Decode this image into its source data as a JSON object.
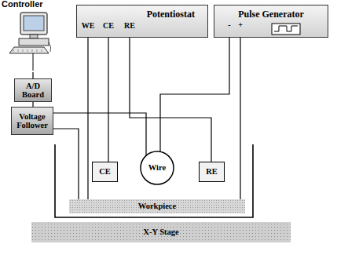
{
  "diagram": {
    "nodes": [
      {
        "text": [
          "Controller"
        ]
      },
      {
        "text": [
          "A/D Board"
        ]
      },
      {
        "text": [
          "Voltage Follower"
        ]
      },
      {
        "text": [
          "Potentiostat"
        ]
      },
      {
        "text": [
          "Pulse Generator"
        ]
      },
      {
        "text": [
          "CE"
        ]
      },
      {
        "text": [
          "Wire"
        ]
      },
      {
        "text": [
          "RE"
        ]
      },
      {
        "text": [
          "Workpiece"
        ]
      },
      {
        "text": [
          "X-Y Stage"
        ]
      }
    ],
    "edges": [
      {
        "from": 0,
        "to": 1,
        "arrow": "none"
      },
      {
        "from": 1,
        "to": 2,
        "arrow": "none"
      },
      {
        "from": 3,
        "to": 8,
        "arrow": "none"
      },
      {
        "from": 3,
        "to": 5,
        "arrow": "none"
      },
      {
        "from": 3,
        "to": 7,
        "arrow": "none"
      },
      {
        "from": 4,
        "to": 6,
        "arrow": "none"
      },
      {
        "from": 2,
        "to": 6,
        "arrow": "none"
      },
      {
        "from": 2,
        "to": 8,
        "arrow": "none"
      },
      {
        "from": 4,
        "to": 8,
        "arrow": "none"
      }
    ],
    "labels": [
      "WE",
      "CE",
      "RE",
      "-",
      "+"
    ]
  }
}
